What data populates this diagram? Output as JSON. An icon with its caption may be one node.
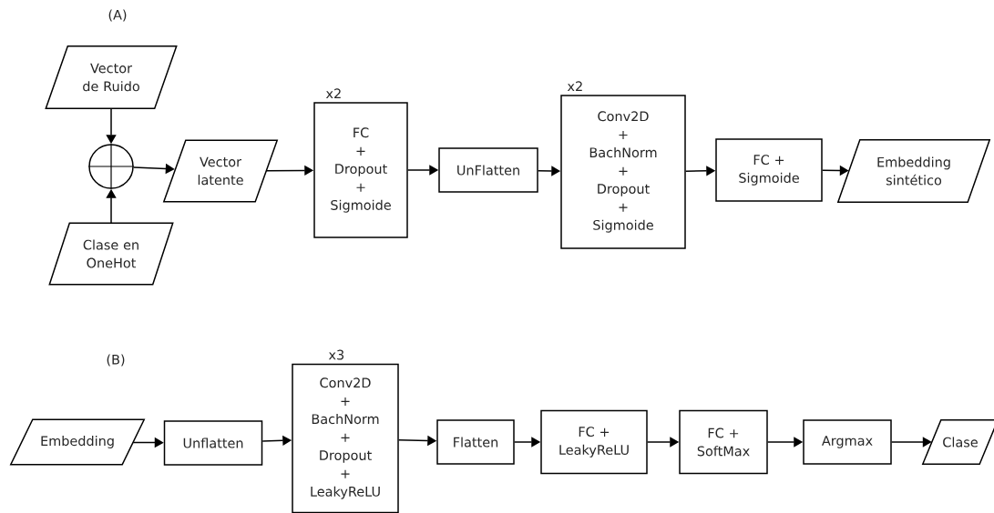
{
  "diagram": {
    "nodes": [
      {
        "text": [
          "Vector de Ruido"
        ]
      },
      {
        "text": [],
        "shape": "circle"
      },
      {
        "text": [
          "Clase en OneHot"
        ]
      },
      {
        "text": [
          "Vector latente"
        ]
      },
      {
        "text": [
          "FC + Dropout + Sigmoide"
        ],
        "beside": [
          "x2"
        ]
      },
      {
        "text": [
          "UnFlatten"
        ]
      },
      {
        "text": [
          "Conv2D + BachNorm + Dropout + Sigmoide"
        ],
        "beside": [
          "x2"
        ]
      },
      {
        "text": [
          "FC + Sigmoide"
        ]
      },
      {
        "text": [
          "Embedding sintético"
        ]
      },
      {
        "text": [
          "Embedding"
        ]
      },
      {
        "text": [
          "Unflatten"
        ]
      },
      {
        "text": [
          "Conv2D + BachNorm + Dropout + LeakyReLU"
        ],
        "beside": [
          "x3"
        ]
      },
      {
        "text": [
          "Flatten"
        ]
      },
      {
        "text": [
          "FC + LeakyReLU"
        ]
      },
      {
        "text": [
          "FC + SoftMax"
        ]
      },
      {
        "text": [
          "Argmax"
        ]
      },
      {
        "text": [
          "Clase"
        ]
      }
    ],
    "edges": [
      {
        "from": 0,
        "to": 1,
        "arrow": "to"
      },
      {
        "from": 2,
        "to": 1,
        "arrow": "to"
      },
      {
        "from": 1,
        "to": 3,
        "arrow": "to"
      },
      {
        "from": 3,
        "to": 4,
        "arrow": "to"
      },
      {
        "from": 4,
        "to": 5,
        "arrow": "to"
      },
      {
        "from": 5,
        "to": 6,
        "arrow": "to"
      },
      {
        "from": 6,
        "to": 7,
        "arrow": "to"
      },
      {
        "from": 7,
        "to": 8,
        "arrow": "to"
      },
      {
        "from": 9,
        "to": 10,
        "arrow": "to"
      },
      {
        "from": 10,
        "to": 11,
        "arrow": "to"
      },
      {
        "from": 11,
        "to": 12,
        "arrow": "to"
      },
      {
        "from": 12,
        "to": 13,
        "arrow": "to"
      },
      {
        "from": 13,
        "to": 14,
        "arrow": "to"
      },
      {
        "from": 14,
        "to": 15,
        "arrow": "to"
      },
      {
        "from": 15,
        "to": 16,
        "arrow": "to"
      }
    ],
    "labels": [
      "(A)",
      "(B)"
    ]
  }
}
